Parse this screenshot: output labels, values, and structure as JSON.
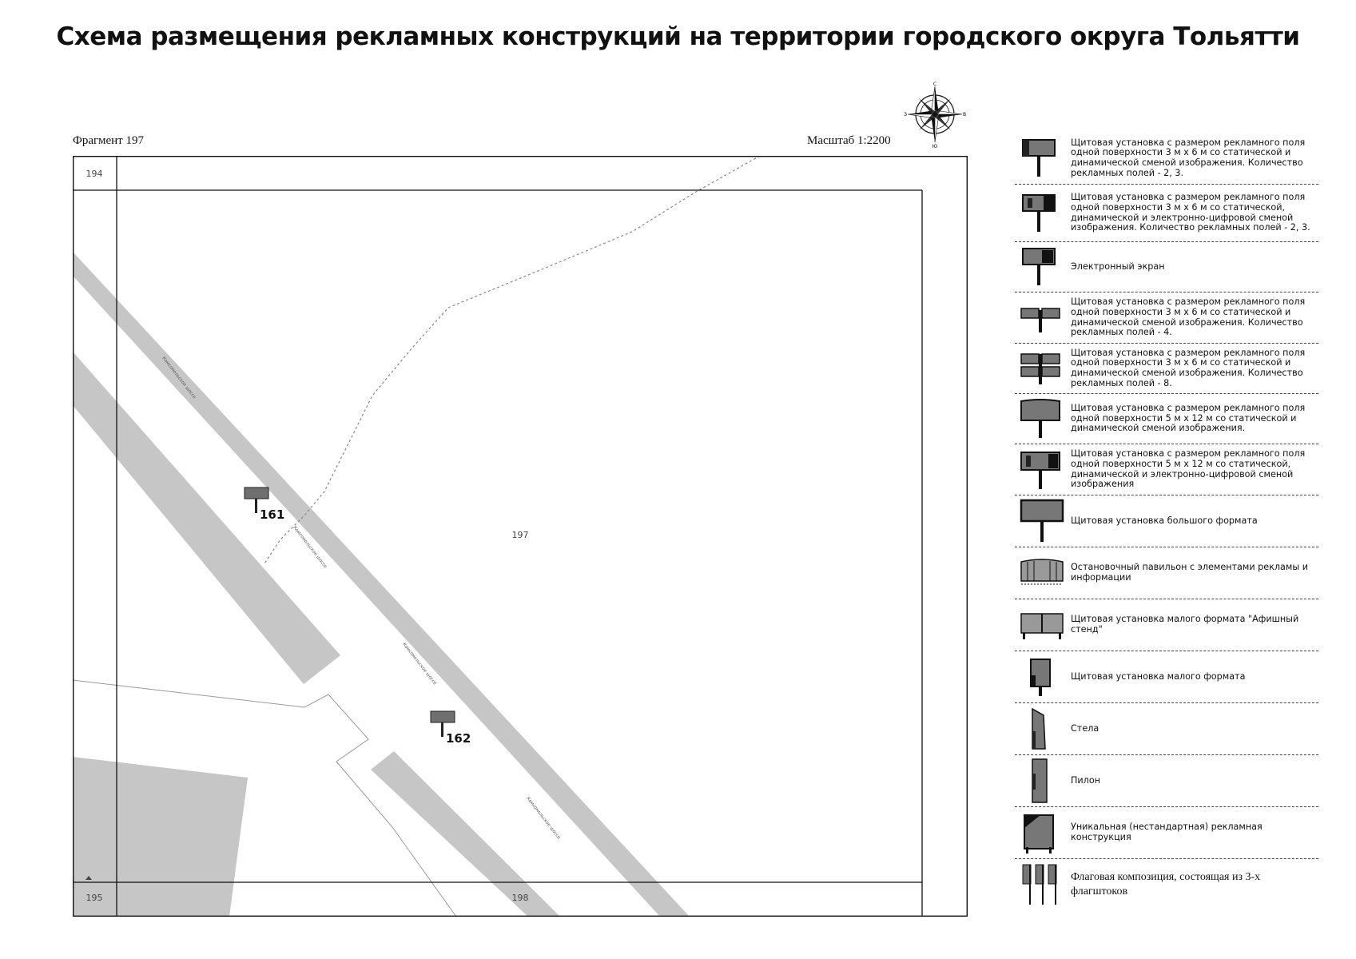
{
  "title": "Схема размещения рекламных конструкций на территории городского округа Тольятти",
  "fragment_label": "Фрагмент 197",
  "scale_label": "Масштаб 1:2200",
  "compass": {
    "n": "С",
    "s": "Ю",
    "w": "З",
    "e": "В"
  },
  "map": {
    "sheet_labels": {
      "top_left": "194",
      "center": "197",
      "bottom_left": "195",
      "bottom_center": "198"
    },
    "markers": [
      {
        "id": "161"
      },
      {
        "id": "162"
      }
    ],
    "road_labels": [
      "Комсомольское шоссе",
      "Комсомольское шоссе",
      "Комсомольское шоссе",
      "Комсомольское шоссе"
    ],
    "colors": {
      "road": "#c6c6c6",
      "marker": "#6f6f6f",
      "frame": "#111111"
    }
  },
  "legend": {
    "items": [
      {
        "icon": "billboard-3x6-icon",
        "text": "Щитовая установка с размером рекламного поля одной поверхности 3 м х 6 м со статической и динамической сменой изображения. Количество рекламных полей - 2, 3."
      },
      {
        "icon": "billboard-3x6-digital-icon",
        "text": "Щитовая установка с размером рекламного поля одной поверхности 3 м х 6 м со статической, динамической и электронно-цифровой сменой изображения. Количество рекламных полей - 2, 3."
      },
      {
        "icon": "electronic-screen-icon",
        "text": "Электронный экран"
      },
      {
        "icon": "billboard-4-fields-icon",
        "text": "Щитовая установка с размером рекламного поля одной поверхности 3 м х 6 м со статической и динамической сменой изображения. Количество рекламных полей - 4."
      },
      {
        "icon": "billboard-8-fields-icon",
        "text": "Щитовая установка с размером рекламного поля одной поверхности 3 м х 6 м со статической и динамической сменой изображения. Количество рекламных полей - 8."
      },
      {
        "icon": "billboard-5x12-icon",
        "text": "Щитовая установка с размером рекламного поля одной поверхности 5 м х 12 м со статической и динамической сменой изображения."
      },
      {
        "icon": "billboard-5x12-digital-icon",
        "text": "Щитовая установка с размером рекламного поля одной поверхности 5 м х 12 м со статической, динамической и электронно-цифровой сменой изображения"
      },
      {
        "icon": "large-format-billboard-icon",
        "text": "Щитовая установка большого формата"
      },
      {
        "icon": "bus-stop-pavilion-icon",
        "text": "Остановочный павильон с элементами рекламы и информации"
      },
      {
        "icon": "poster-stand-icon",
        "text": "Щитовая установка малого формата \"Афишный стенд\""
      },
      {
        "icon": "small-format-billboard-icon",
        "text": "Щитовая установка малого формата"
      },
      {
        "icon": "stele-icon",
        "text": "Стела"
      },
      {
        "icon": "pylon-icon",
        "text": "Пилон"
      },
      {
        "icon": "unique-structure-icon",
        "text": "Уникальная (нестандартная) рекламная конструкция"
      },
      {
        "icon": "flag-composition-icon",
        "text": "Флаговая композиция, состоящая из 3-х флагштоков"
      }
    ]
  }
}
